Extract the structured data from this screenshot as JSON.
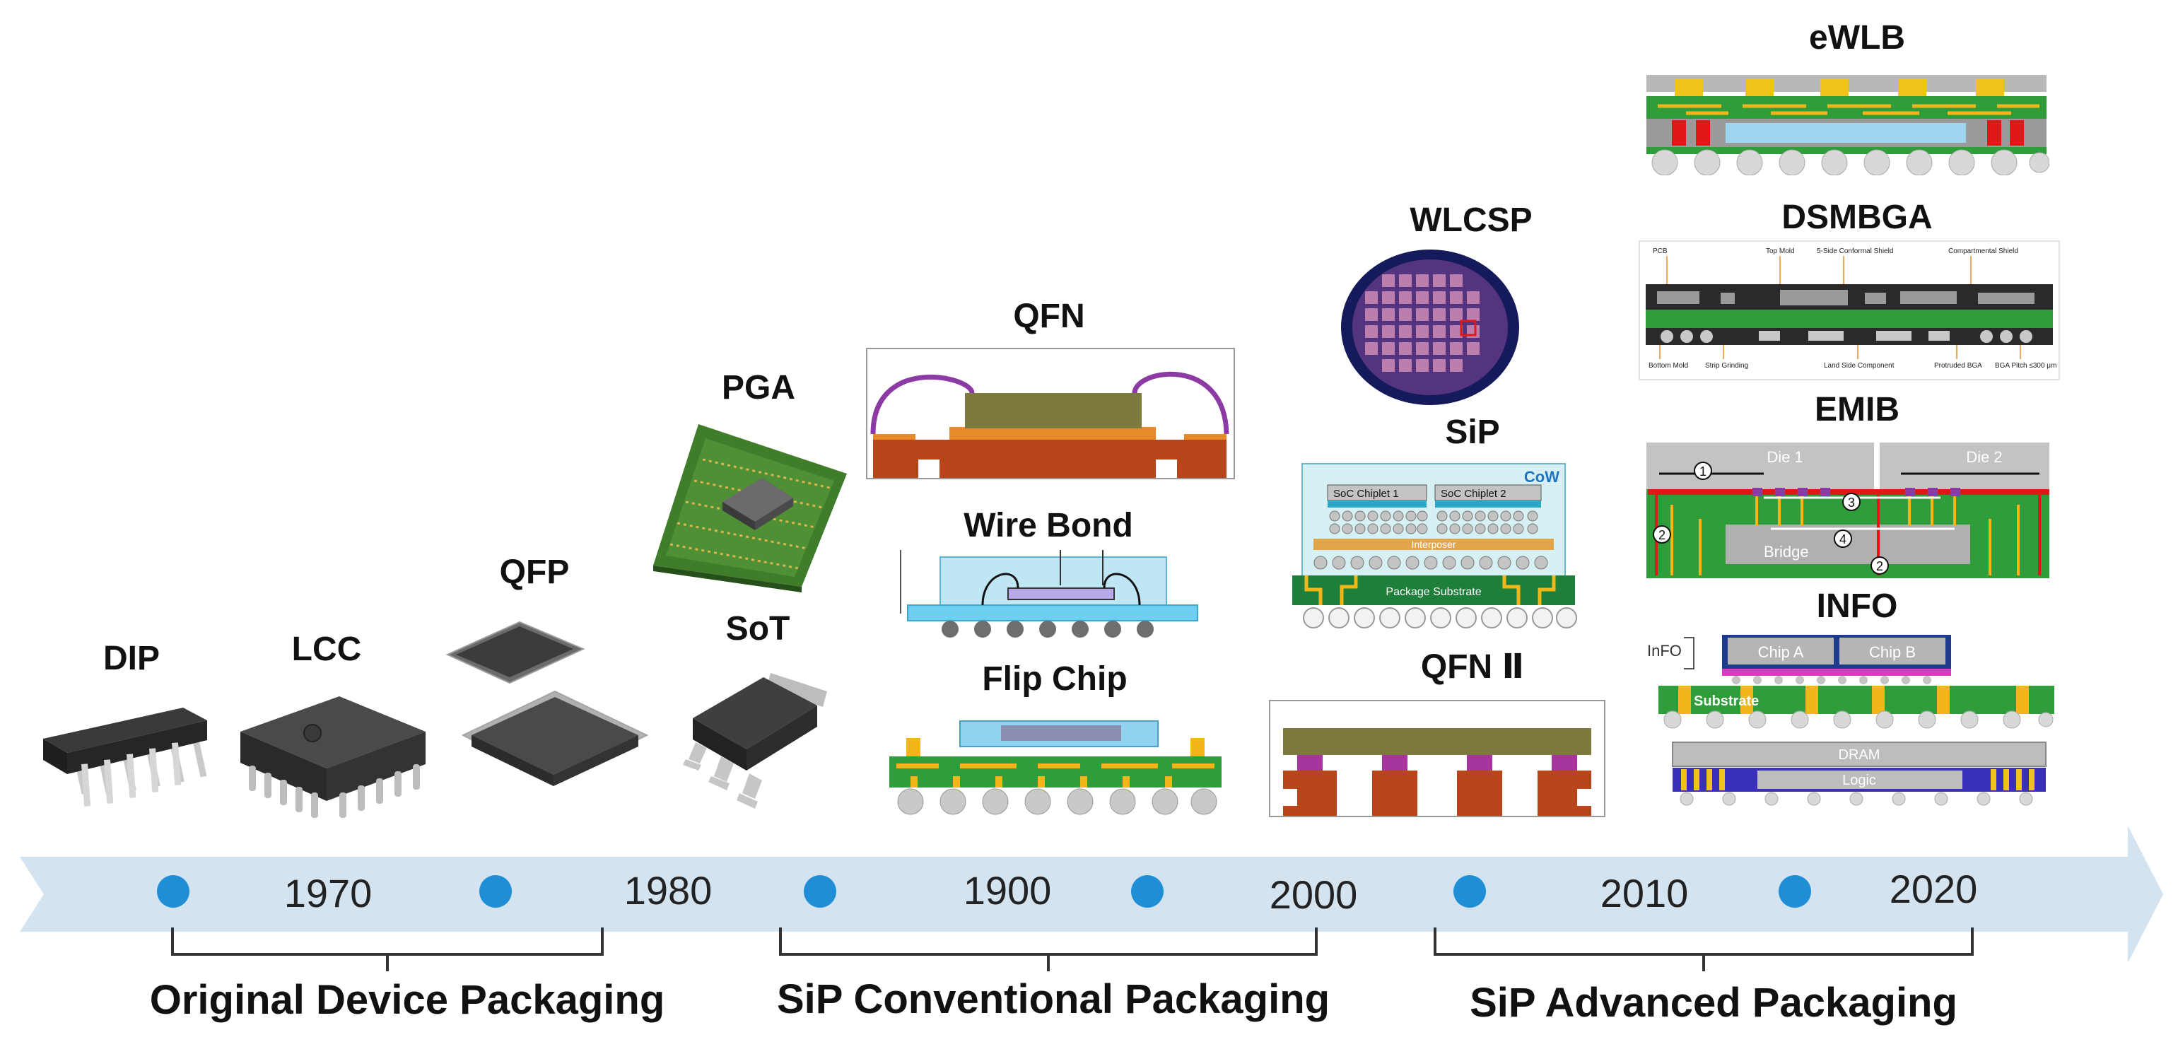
{
  "packages": {
    "dip": "DIP",
    "lcc": "LCC",
    "qfp": "QFP",
    "pga": "PGA",
    "sot": "SoT",
    "qfn": "QFN",
    "wire_bond": "Wire Bond",
    "flip_chip": "Flip Chip",
    "wlcsp": "WLCSP",
    "sip": "SiP",
    "qfn2": "QFN Ⅱ",
    "ewlb": "eWLB",
    "dsmbga": "DSMBGA",
    "emib": "EMIB",
    "info": "INFO"
  },
  "timeline": {
    "years": [
      "1970",
      "1980",
      "1900",
      "2000",
      "2010",
      "2020"
    ]
  },
  "eras": {
    "original": "Original Device Packaging",
    "conventional": "SiP Conventional Packaging",
    "advanced": "SiP Advanced Packaging"
  },
  "sip_detail": {
    "cow": "CoW",
    "chiplet1": "SoC Chiplet 1",
    "chiplet2": "SoC Chiplet 2",
    "interposer": "Interposer",
    "substrate": "Package Substrate"
  },
  "dsmbga_detail": {
    "pcb": "PCB",
    "top_mold": "Top Mold",
    "conformal": "5-Side Conformal Shield",
    "compartmental": "Compartmental Shield",
    "bottom_mold": "Bottom Mold",
    "strip": "Strip Grinding",
    "land_side": "Land Side Component",
    "protruded": "Protruded BGA",
    "pitch": "BGA Pitch ≤300 μm"
  },
  "emib_detail": {
    "die1": "Die 1",
    "die2": "Die 2",
    "bridge": "Bridge",
    "n1": "1",
    "n2": "2",
    "n3": "3",
    "n4": "4"
  },
  "info_detail": {
    "info": "InFO",
    "chip_a": "Chip A",
    "chip_b": "Chip B",
    "substrate": "Substrate",
    "dram": "DRAM",
    "logic": "Logic"
  },
  "colors": {
    "arrow": "#d4e3f0",
    "dot": "#1f8ed6",
    "pcb_green": "#2e9d3a",
    "gold": "#f0b61a",
    "mold_olive": "#7c7a3c",
    "lead_orange": "#b8461a",
    "wire_purple": "#8c3aa4"
  }
}
